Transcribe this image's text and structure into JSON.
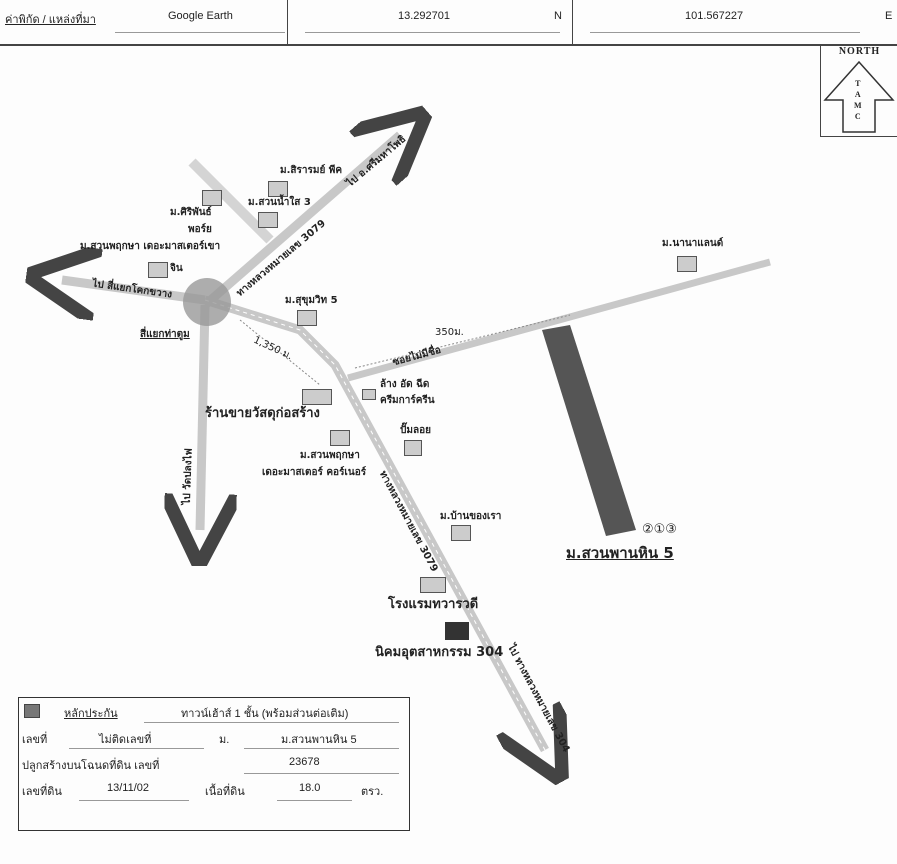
{
  "header": {
    "coord_label": "ค่าพิกัด / แหล่งที่มา",
    "source": "Google Earth",
    "lat": "13.292701",
    "lat_dir": "N",
    "lon": "101.567227",
    "lon_dir": "E"
  },
  "north_arrow": {
    "title": "NORTH",
    "letters": [
      "T",
      "A",
      "M",
      "C"
    ]
  },
  "map": {
    "labels": {
      "sirarom": "ม.สิรารมย์ พีค",
      "suanamsai": "ม.สวนน้ำใส 3",
      "siriphon": "ม.ศิริพันธ์",
      "phorai": "พอร์ย",
      "suanphruksa": "ม.สวนพฤกษา เดอะมาสเตอร์เขา",
      "chin": "จิน",
      "to_left": "ไป สี่แยกโคกขวาง",
      "to_right_top": "ไป อ.ศรีมหาโพธิ",
      "highway_a": "ทางหลวงหมายเลข 3079",
      "junction": "สี่แยกท่าตูม",
      "sukhumvit": "ม.สุขุมวิท 5",
      "dist_1350": "1,350 ม.",
      "dist_350": "350ม.",
      "soi": "ซอยไม่มีชื่อ",
      "shop": "ร้านขายวัสดุก่อสร้าง",
      "carcare1": "ล้าง อัด ฉีด",
      "carcare2": "ครีมการ์ครีน",
      "gas": "ปั๊มลอย",
      "suanphruksa2a": "ม.สวนพฤกษา",
      "suanphruksa2b": "เดอะมาสเตอร์ คอร์เนอร์",
      "to_bottom": "ไป วัดปลงไฟ",
      "nana": "ม.นานาแลนด์",
      "bankhongrao": "ม.บ้านของเรา",
      "hotel": "โรงแรมทวารวดี",
      "industrial": "นิคมอุตสาหกรรม 304",
      "to_bottom_right": "ไป ทางหลวงหมายเลข 304",
      "subject": "ม.สวนพานหิน 5",
      "markers": "②①③"
    }
  },
  "legend": {
    "collateral_label": "หลักประกัน",
    "collateral_value": "ทาวน์เฮ้าส์ 1 ชั้น (พร้อมส่วนต่อเติม)",
    "no_label": "เลขที่",
    "no_value": "ไม่ติดเลขที่",
    "village_label": "ม.",
    "village_value": "ม.สวนพานหิน 5",
    "deed_label": "ปลูกสร้างบนโฉนดที่ดิน เลขที่",
    "deed_value": "23678",
    "land_no_label": "เลขที่ดิน",
    "land_no_value": "13/11/02",
    "area_label": "เนื้อที่ดิน",
    "area_value": "18.0",
    "area_unit": "ตรว."
  },
  "colors": {
    "road": "#c8c8c8",
    "subject": "#555555"
  }
}
